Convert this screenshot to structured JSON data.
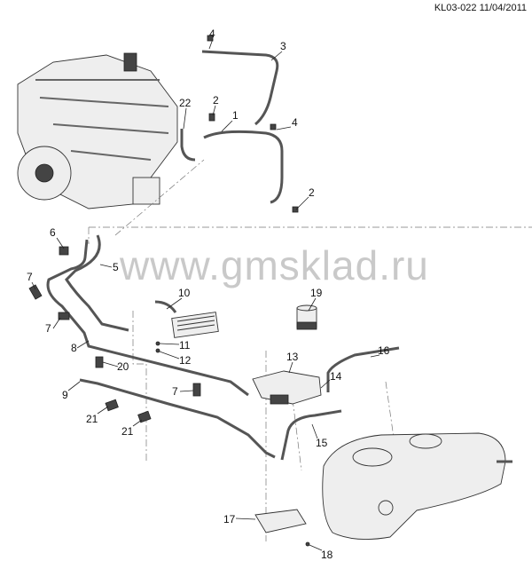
{
  "header": {
    "code": "KL03-022 11/04/2011"
  },
  "watermark": "www.gmsklad.ru",
  "callouts": [
    "4",
    "3",
    "22",
    "2",
    "1",
    "4",
    "2",
    "6",
    "5",
    "7",
    "10",
    "19",
    "7",
    "8",
    "11",
    "16",
    "12",
    "13",
    "20",
    "14",
    "9",
    "7",
    "21",
    "15",
    "21",
    "17",
    "18"
  ]
}
